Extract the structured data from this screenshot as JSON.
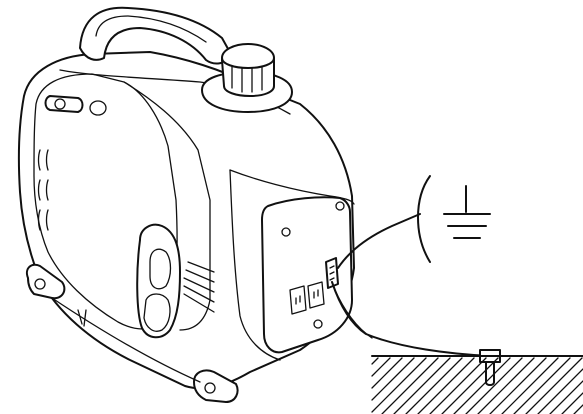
{
  "figure": {
    "subject": "generator-grounding",
    "colors": {
      "ink": "#111111",
      "paper": "#ffffff"
    },
    "icons": [
      "generator-illustration",
      "ground-symbol-icon",
      "ground-terminal-icon",
      "ground-rod-icon",
      "earth-hatching"
    ]
  }
}
